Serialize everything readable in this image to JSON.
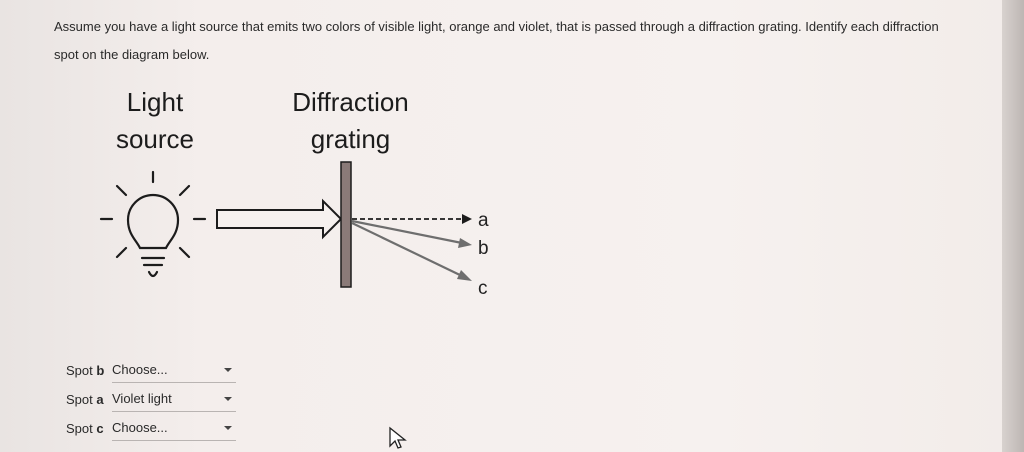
{
  "question": {
    "line1": "Assume you have a light source that emits two colors of visible light, orange and violet, that is passed through a diffraction grating. Identify each diffraction",
    "line2": "spot on the diagram below."
  },
  "diagram": {
    "light_label_1": "Light",
    "light_label_2": "source",
    "grating_label_1": "Diffraction",
    "grating_label_2": "grating",
    "spots": [
      "a",
      "b",
      "c"
    ]
  },
  "answers": [
    {
      "prefix": "Spot",
      "letter": "b",
      "value": "Choose..."
    },
    {
      "prefix": "Spot",
      "letter": "a",
      "value": "Violet light"
    },
    {
      "prefix": "Spot",
      "letter": "c",
      "value": "Choose..."
    }
  ],
  "icons": [
    "lightbulb-icon",
    "arrow-icon",
    "cursor-icon",
    "caret-down-icon"
  ]
}
